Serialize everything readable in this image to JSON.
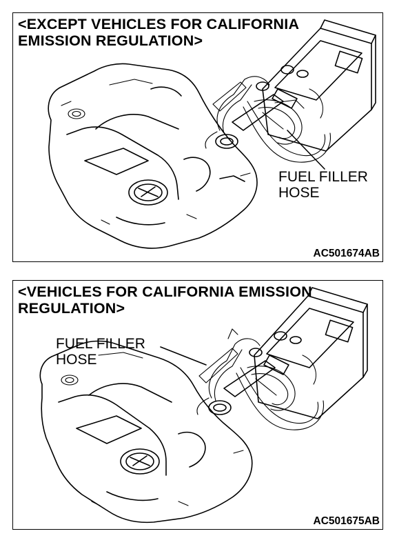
{
  "panels": [
    {
      "title": "<EXCEPT VEHICLES FOR CALIFORNIA\nEMISSION REGULATION>",
      "callout": "FUEL FILLER\nHOSE",
      "code": "AC501674AB"
    },
    {
      "title": "<VEHICLES FOR CALIFORNIA EMISSION\nREGULATION>",
      "callout": "FUEL FILLER\nHOSE",
      "code": "AC501675AB"
    }
  ],
  "colors": {
    "line": "#000000",
    "background": "#ffffff"
  }
}
